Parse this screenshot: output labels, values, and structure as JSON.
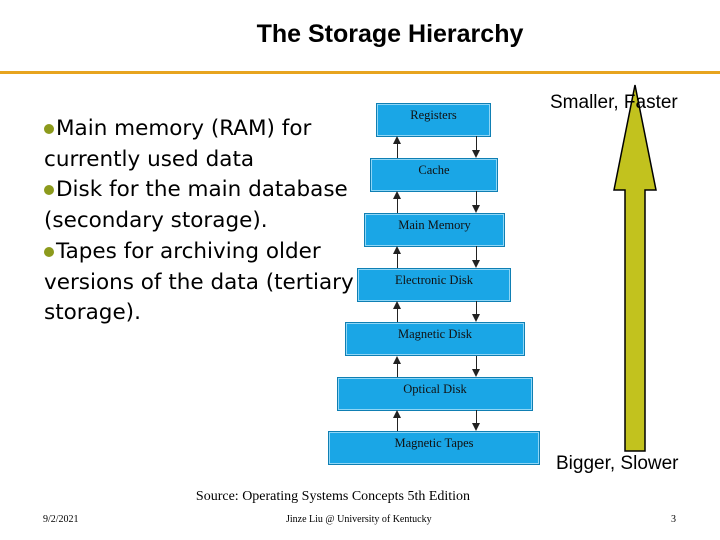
{
  "slide": {
    "title": "The Storage Hierarchy",
    "bullets": [
      "Main memory (RAM) for currently used data",
      "Disk for the main database (secondary storage).",
      "Tapes for archiving older versions of the data (tertiary storage)."
    ],
    "hierarchy": [
      "Registers",
      "Cache",
      "Main Memory",
      "Electronic Disk",
      "Magnetic Disk",
      "Optical Disk",
      "Magnetic Tapes"
    ],
    "top_label": "Smaller, Faster",
    "bottom_label": "Bigger, Slower",
    "source": "Source: Operating Systems Concepts 5th Edition",
    "footer": {
      "date": "9/2/2021",
      "author": "Jinze Liu @ University of Kentucky",
      "page": "3"
    }
  },
  "colors": {
    "accent_rule": "#e7a41f",
    "bullet_dot": "#8c9a1c",
    "tier_fill": "#1aa6e6",
    "big_arrow_fill": "#c2c21e"
  }
}
